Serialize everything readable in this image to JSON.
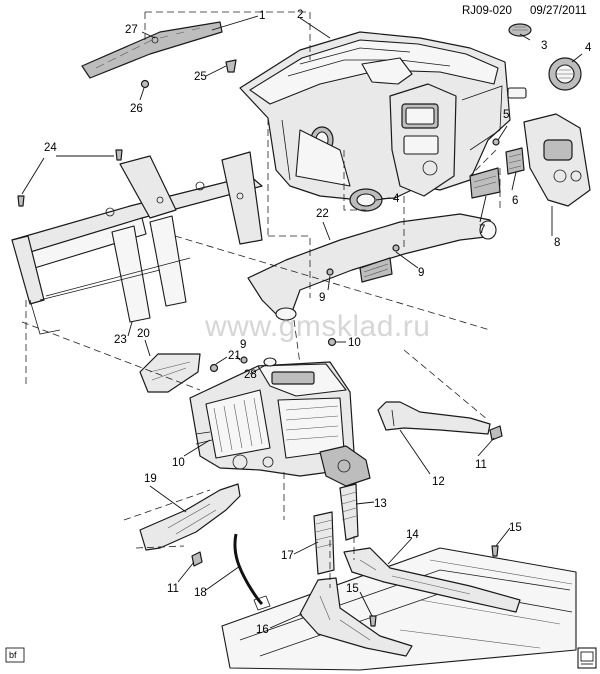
{
  "header": {
    "diagram_id": "RJ09-020",
    "date": "09/27/2011"
  },
  "watermark": "www.gmsklad.ru",
  "corner_tag": "bf",
  "callouts": [
    {
      "id": "c1",
      "label": "1"
    },
    {
      "id": "c2",
      "label": "2"
    },
    {
      "id": "c3",
      "label": "3"
    },
    {
      "id": "c4a",
      "label": "4"
    },
    {
      "id": "c4b",
      "label": "4"
    },
    {
      "id": "c5",
      "label": "5"
    },
    {
      "id": "c6",
      "label": "6"
    },
    {
      "id": "c7",
      "label": "7"
    },
    {
      "id": "c8",
      "label": "8"
    },
    {
      "id": "c9a",
      "label": "9"
    },
    {
      "id": "c9b",
      "label": "9"
    },
    {
      "id": "c9c",
      "label": "9"
    },
    {
      "id": "c10a",
      "label": "10"
    },
    {
      "id": "c10b",
      "label": "10"
    },
    {
      "id": "c11a",
      "label": "11"
    },
    {
      "id": "c11b",
      "label": "11"
    },
    {
      "id": "c12",
      "label": "12"
    },
    {
      "id": "c13",
      "label": "13"
    },
    {
      "id": "c14",
      "label": "14"
    },
    {
      "id": "c15a",
      "label": "15"
    },
    {
      "id": "c15b",
      "label": "15"
    },
    {
      "id": "c16",
      "label": "16"
    },
    {
      "id": "c17",
      "label": "17"
    },
    {
      "id": "c18",
      "label": "18"
    },
    {
      "id": "c19",
      "label": "19"
    },
    {
      "id": "c20",
      "label": "20"
    },
    {
      "id": "c21",
      "label": "21"
    },
    {
      "id": "c22",
      "label": "22"
    },
    {
      "id": "c23",
      "label": "23"
    },
    {
      "id": "c24",
      "label": "24"
    },
    {
      "id": "c25",
      "label": "25"
    },
    {
      "id": "c26",
      "label": "26"
    },
    {
      "id": "c27",
      "label": "27"
    },
    {
      "id": "c28",
      "label": "28"
    }
  ]
}
